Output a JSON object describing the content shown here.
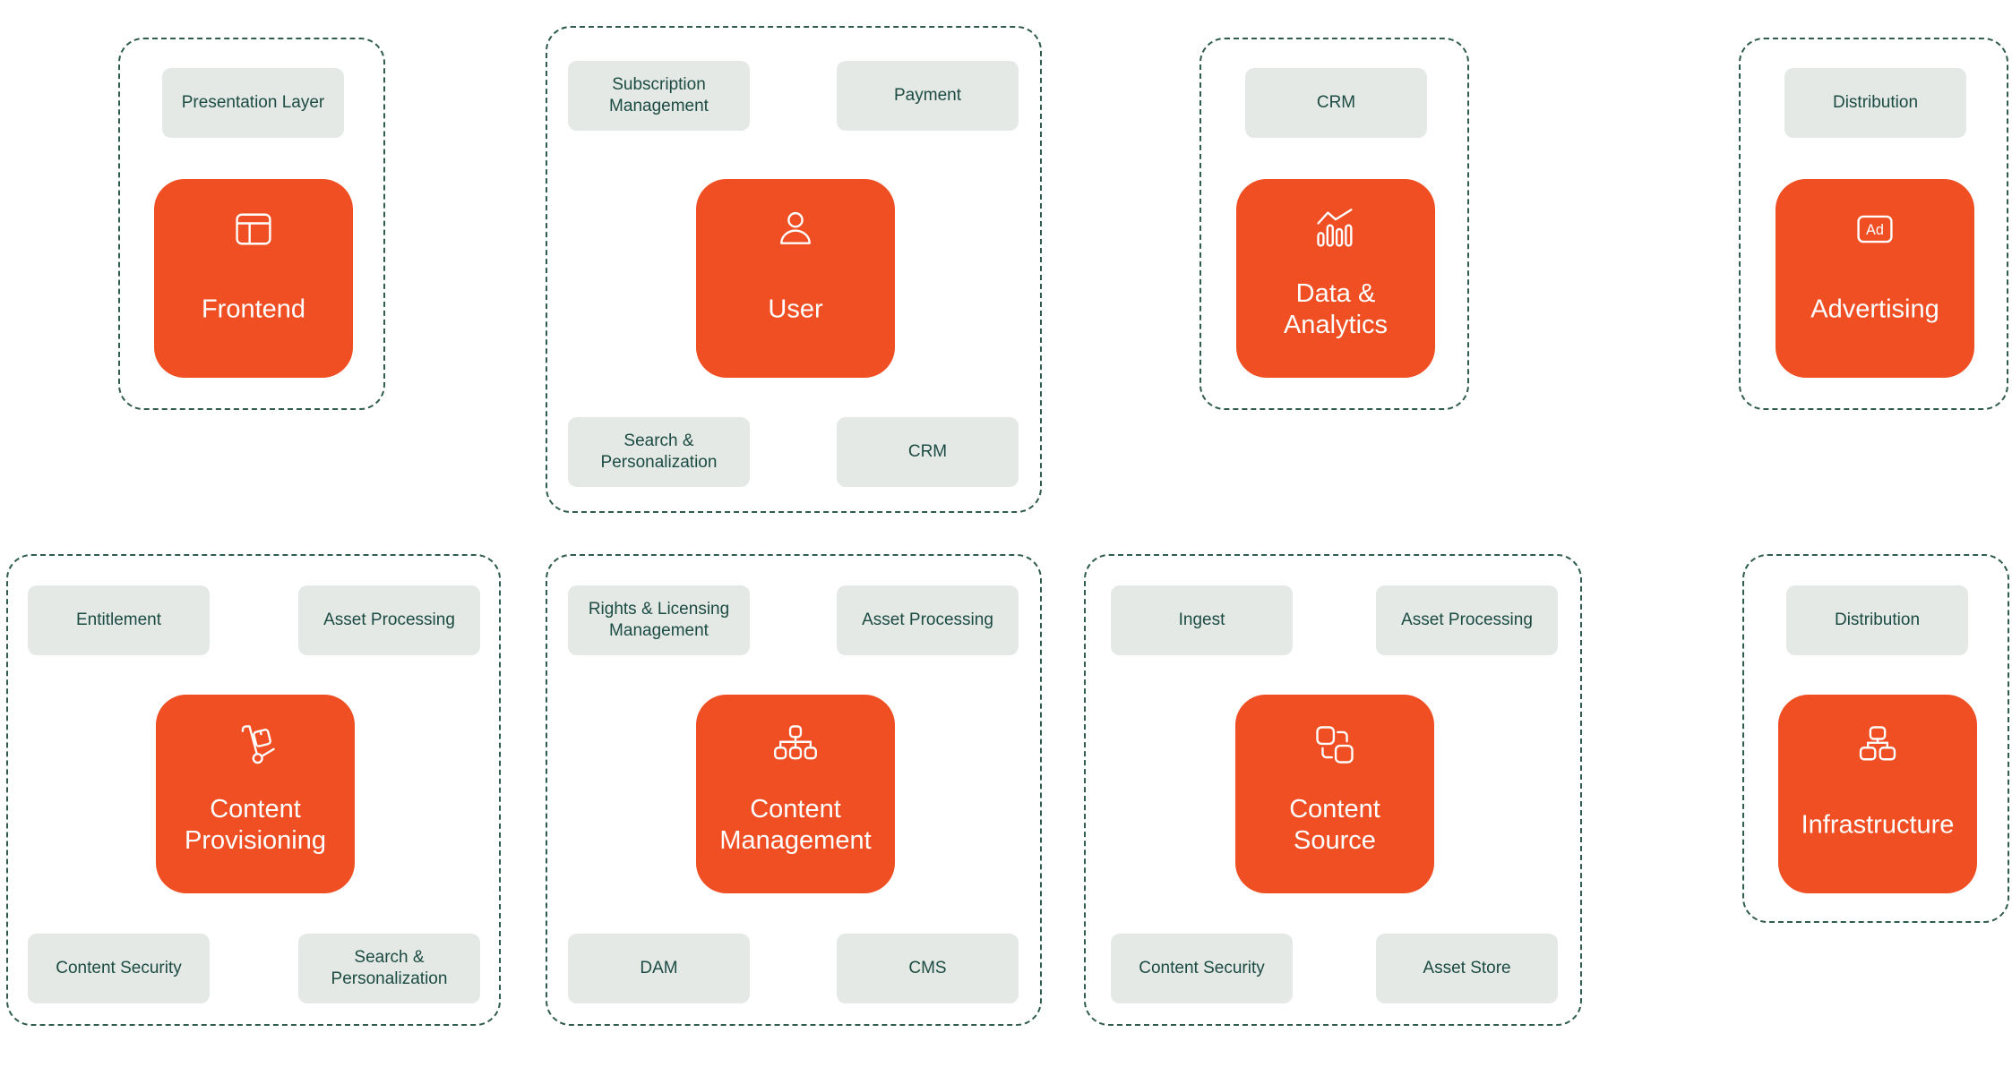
{
  "colors": {
    "accent_orange": "#F04E23",
    "label_background": "#E4E9E5",
    "label_text": "#1C4B43",
    "group_border": "#2F5B50",
    "core_text": "#FFFFFF",
    "page_background": "#FFFFFF"
  },
  "groups": [
    {
      "id": "frontend",
      "core": {
        "label": "Frontend",
        "icon": "layout-icon"
      },
      "top_labels": [
        "Presentation Layer"
      ],
      "bottom_labels": []
    },
    {
      "id": "user",
      "core": {
        "label": "User",
        "icon": "user-icon"
      },
      "top_labels": [
        "Subscription Management",
        "Payment"
      ],
      "bottom_labels": [
        "Search & Personalization",
        "CRM"
      ]
    },
    {
      "id": "data-analytics",
      "core": {
        "label": "Data & Analytics",
        "icon": "analytics-icon"
      },
      "top_labels": [
        "CRM"
      ],
      "bottom_labels": []
    },
    {
      "id": "advertising",
      "core": {
        "label": "Advertising",
        "icon": "ad-icon",
        "icon_text": "Ad"
      },
      "top_labels": [
        "Distribution"
      ],
      "bottom_labels": []
    },
    {
      "id": "content-provisioning",
      "core": {
        "label": "Content Provisioning",
        "icon": "hand-truck-icon"
      },
      "top_labels": [
        "Entitlement",
        "Asset Processing"
      ],
      "bottom_labels": [
        "Content Security",
        "Search & Personalization"
      ]
    },
    {
      "id": "content-management",
      "core": {
        "label": "Content Management",
        "icon": "sitemap-icon"
      },
      "top_labels": [
        "Rights & Licensing Management",
        "Asset Processing"
      ],
      "bottom_labels": [
        "DAM",
        "CMS"
      ]
    },
    {
      "id": "content-source",
      "core": {
        "label": "Content Source",
        "icon": "transfer-icon"
      },
      "top_labels": [
        "Ingest",
        "Asset Processing"
      ],
      "bottom_labels": [
        "Content Security",
        "Asset Store"
      ]
    },
    {
      "id": "infrastructure",
      "core": {
        "label": "Infrastructure",
        "icon": "network-icon"
      },
      "top_labels": [
        "Distribution"
      ],
      "bottom_labels": []
    }
  ]
}
